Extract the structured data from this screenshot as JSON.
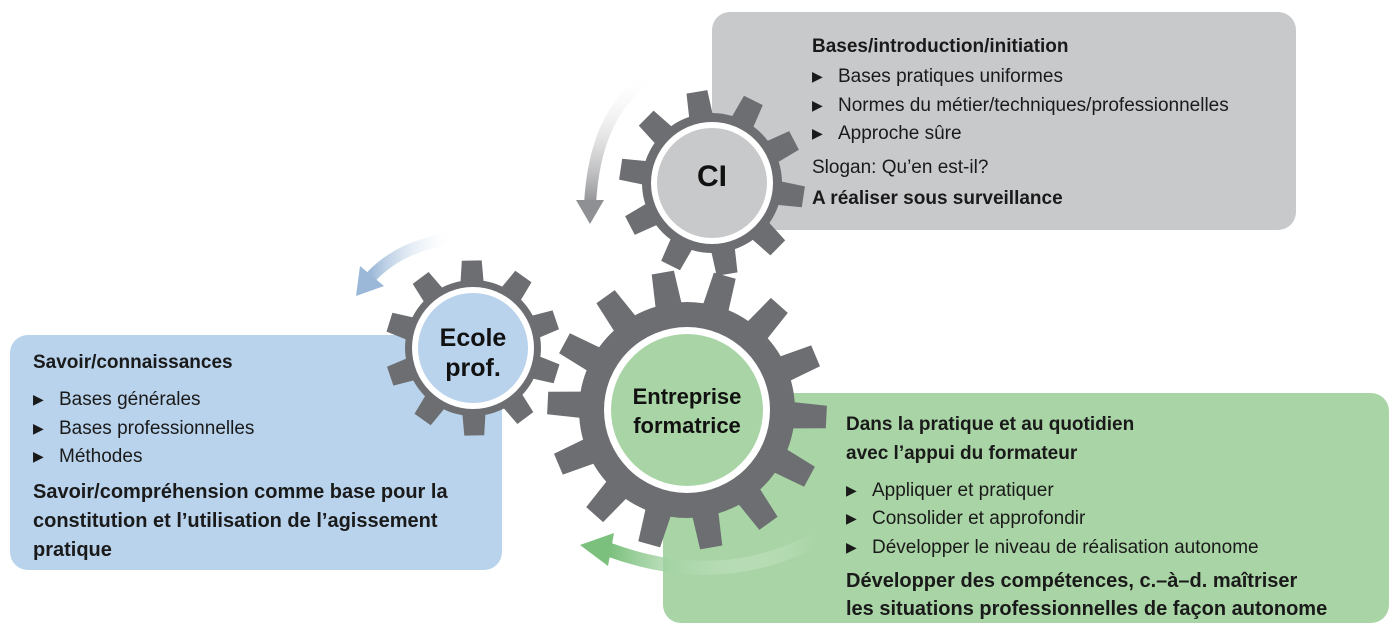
{
  "colors": {
    "ci_box": "#c8c9cb",
    "school_box": "#b9d3ec",
    "company_box": "#a9d5a6",
    "gear": "#6d6e71",
    "ci_hub": "#c8c9cb",
    "school_hub": "#b9d3ec",
    "company_hub": "#a9d5a6"
  },
  "ci": {
    "gear_label": "CI",
    "heading": "Bases/introduction/initiation",
    "bullets": [
      "Bases pratiques uniformes",
      "Normes du métier/techniques/professionnelles",
      "Approche sûre"
    ],
    "slogan": "Slogan: Qu’en est-il?",
    "conclusion": "A réaliser sous surveillance"
  },
  "school": {
    "gear_label_line1": "Ecole",
    "gear_label_line2": "prof.",
    "heading": "Savoir/connaissances",
    "bullets": [
      "Bases générales",
      "Bases professionnelles",
      "Méthodes"
    ],
    "conclusion_lines": [
      "Savoir/compréhension comme base pour la",
      "constitution et l’utilisation de l’agissement",
      "pratique"
    ]
  },
  "company": {
    "gear_label_line1": "Entreprise",
    "gear_label_line2": "formatrice",
    "heading_lines": [
      "Dans la pratique et au quotidien",
      "avec l’appui du formateur"
    ],
    "bullets": [
      "Appliquer et pratiquer",
      "Consolider et approfondir",
      "Développer le niveau de réalisation autonome"
    ],
    "conclusion_lines": [
      "Développer des compétences, c.–à–d. maîtriser",
      "les situations professionnelles de façon autonome"
    ]
  }
}
